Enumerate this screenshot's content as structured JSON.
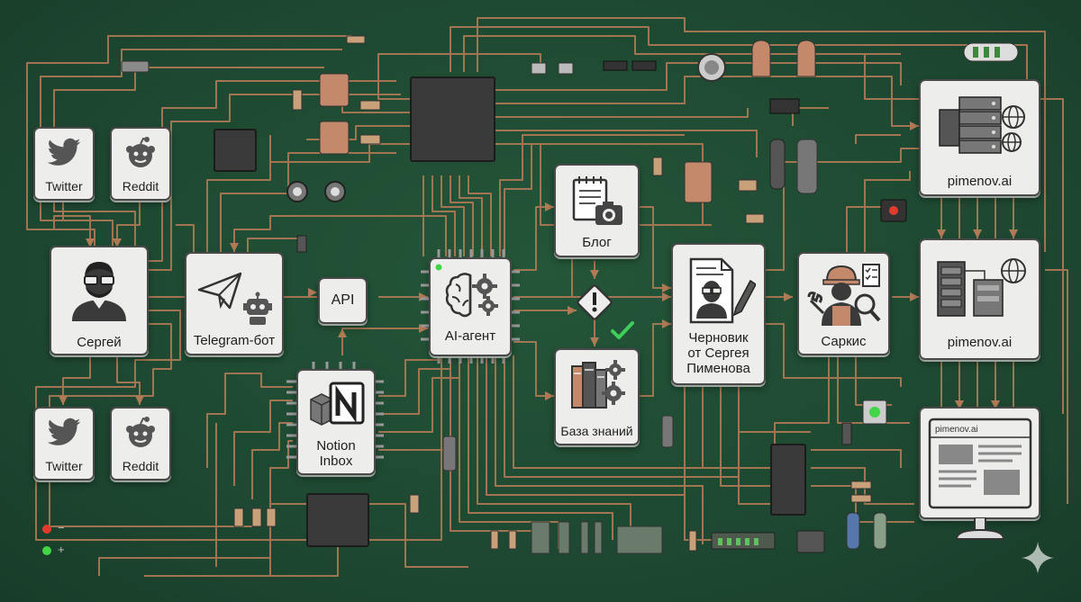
{
  "nodes": {
    "twitter_top": "Twitter",
    "reddit_top": "Reddit",
    "sergey": "Сергей",
    "twitter_bottom": "Twitter",
    "reddit_bottom": "Reddit",
    "telegram_bot": "Telegram-бот",
    "api": "API",
    "notion_line1": "Notion",
    "notion_line2": "Inbox",
    "ai_agent": "AI-агент",
    "blog": "Блог",
    "knowledge_base": "База знаний",
    "draft_line1": "Черновик",
    "draft_line2": "от Сергея",
    "draft_line3": "Пименова",
    "sarkis": "Саркис",
    "site_top": "pimenov.ai",
    "site_mid": "pimenov.ai",
    "browser_url": "pimenov.ai"
  },
  "icons": {
    "twitter": "twitter-bird-icon",
    "reddit": "reddit-alien-icon",
    "sergey": "man-with-glasses-avatar-icon",
    "telegram": "paper-plane-icon",
    "robot": "robot-icon",
    "notion": "notion-n-icon",
    "agent": "brain-gears-icon",
    "blog": "notepad-camera-icon",
    "knowledge": "books-gear-icon",
    "draft": "document-pen-portrait-icon",
    "sarkis": "engineer-wrench-magnifier-icon",
    "server": "server-globe-icon",
    "browser": "browser-window-icon",
    "warning": "warning-diamond-icon",
    "check": "check-icon"
  },
  "colors": {
    "board": "#1f4a33",
    "trace": "#b07a55",
    "card": "#ededeb",
    "chip": "#3a3a3a",
    "check": "#3ecf5a",
    "led_red": "#e23b2e",
    "led_green": "#42d548"
  },
  "legend": {
    "minus": "−",
    "plus": "+"
  }
}
